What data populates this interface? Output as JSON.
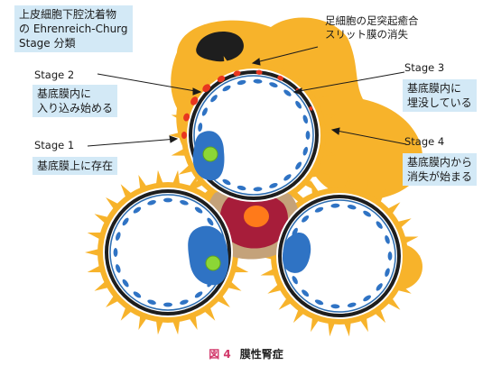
{
  "classification_box": [
    "上皮細胞下腔沈着物",
    "の Ehrenreich-Churg",
    "Stage 分類"
  ],
  "top_annotation": [
    "足細胞の足突起癒合",
    "スリット膜の消失"
  ],
  "stages": [
    {
      "label": "Stage 1",
      "desc": [
        "基底膜上に存在"
      ]
    },
    {
      "label": "Stage 2",
      "desc": [
        "基底膜内に",
        "入り込み始める"
      ]
    },
    {
      "label": "Stage 3",
      "desc": [
        "基底膜内に",
        "埋没している"
      ]
    },
    {
      "label": "Stage 4",
      "desc": [
        "基底膜内から",
        "消失が始まる"
      ]
    }
  ],
  "caption": {
    "number": "図 4",
    "title": "膜性腎症"
  },
  "colors": {
    "podocyte": "#f7b32b",
    "lumen_border": "#2b6cb0",
    "endothelial": "#2f73c4",
    "basement_membrane": "#1e1e1e",
    "mesangium": "#a71d3a",
    "nucleus_green": "#8cd636",
    "nucleus_orange": "#ff7a1a",
    "deposit": "#e8361f",
    "label_box": "#d3e9f6",
    "caption_accent": "#d2396b"
  }
}
